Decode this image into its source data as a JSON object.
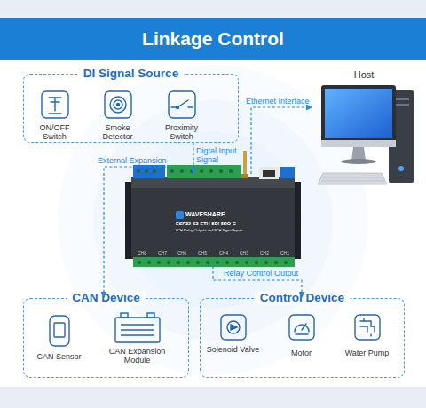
{
  "diagram": {
    "title": "Linkage Control",
    "nodes": [
      {
        "text": [
          "DI Signal Source"
        ]
      },
      {
        "text": [
          "ON/OFF Switch"
        ],
        "in": 0
      },
      {
        "text": [
          "Smoke Detector"
        ],
        "in": 0
      },
      {
        "text": [
          "Proximity Switch"
        ],
        "in": 0
      },
      {
        "text": [
          "Host"
        ]
      },
      {
        "text": [
          "WAVESHARE",
          "ESP32-S3-ETH-8DI-8RO-C",
          "8CH Relay Outputs and 8CH Signal Inputs"
        ]
      },
      {
        "text": [
          "CAN Device"
        ]
      },
      {
        "text": [
          "CAN Sensor"
        ],
        "in": 6
      },
      {
        "text": [
          "CAN Expansion Module"
        ],
        "in": 6
      },
      {
        "text": [
          "Control Device"
        ]
      },
      {
        "text": [
          "Solenoid Valve"
        ],
        "in": 9
      },
      {
        "text": [
          "Motor"
        ],
        "in": 9
      },
      {
        "text": [
          "Water Pump"
        ],
        "in": 9
      }
    ],
    "edges": [
      {
        "from": 0,
        "to": 5,
        "arrow": "to",
        "label": "Digtal Input Signal"
      },
      {
        "from": 5,
        "to": 4,
        "arrow": "to",
        "label": "Ethernet Interface"
      },
      {
        "from": 5,
        "to": 6,
        "arrow": "to",
        "label": "External Expansion"
      },
      {
        "from": 5,
        "to": 9,
        "arrow": "to",
        "label": "Relay Control Output"
      }
    ],
    "labels": [
      "CH8",
      "CH7",
      "CH6",
      "CH5",
      "CH4",
      "CH3",
      "CH2",
      "CH1"
    ]
  }
}
